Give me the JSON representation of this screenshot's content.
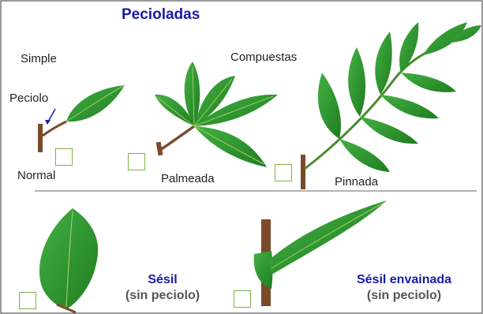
{
  "title": "Pecioladas",
  "labels": {
    "simple": "Simple",
    "peciolo": "Peciolo",
    "normal": "Normal",
    "compuestas": "Compuestas",
    "palmeada": "Palmeada",
    "pinnada": "Pinnada",
    "sesil": "Sésil",
    "sesil_sub": "(sin peciolo)",
    "envainada": "Sésil envainada",
    "envainada_sub": "(sin peciolo)"
  },
  "checkboxes": [
    {
      "id": "normal",
      "checked": false
    },
    {
      "id": "palmeada",
      "checked": false
    },
    {
      "id": "pinnada",
      "checked": false
    },
    {
      "id": "sesil",
      "checked": false
    },
    {
      "id": "envainada",
      "checked": false
    }
  ],
  "colors": {
    "title": "#1a1aa6",
    "leaf": "#2f9a2f",
    "leaf_dark": "#1e7a1e",
    "stem": "#7a4a2a",
    "checkbox_border": "#7cb342"
  }
}
